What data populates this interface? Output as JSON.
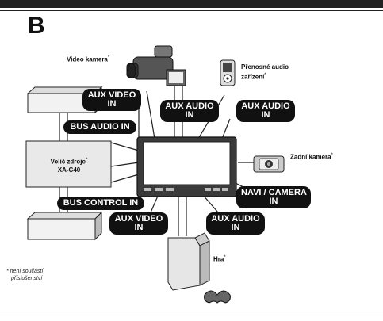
{
  "section_letter": "B",
  "devices": {
    "video_camera": "Video kamera",
    "portable_audio_line1": "Přenosné audio",
    "portable_audio_line2": "zařízení",
    "rear_camera": "Zadní kamera",
    "selector_line1": "Volič zdroje",
    "selector_line2": "XA-C40",
    "game": "Hra",
    "asterisk": "*"
  },
  "connectors": {
    "aux_video_top_1": "AUX VIDEO",
    "aux_video_top_2": "IN",
    "aux_audio_top_1": "AUX AUDIO",
    "aux_audio_top_2": "IN",
    "aux_audio_right_1": "AUX AUDIO",
    "aux_audio_right_2": "IN",
    "bus_audio_in": "BUS AUDIO IN",
    "bus_control_in": "BUS CONTROL IN",
    "navi_camera_1": "NAVI / CAMERA",
    "navi_camera_2": "IN",
    "aux_video_bottom_1": "AUX VIDEO",
    "aux_video_bottom_2": "IN",
    "aux_audio_bottom_1": "AUX AUDIO",
    "aux_audio_bottom_2": "IN"
  },
  "footnote": {
    "line1": "* není součástí",
    "line2": "příslušenství"
  }
}
